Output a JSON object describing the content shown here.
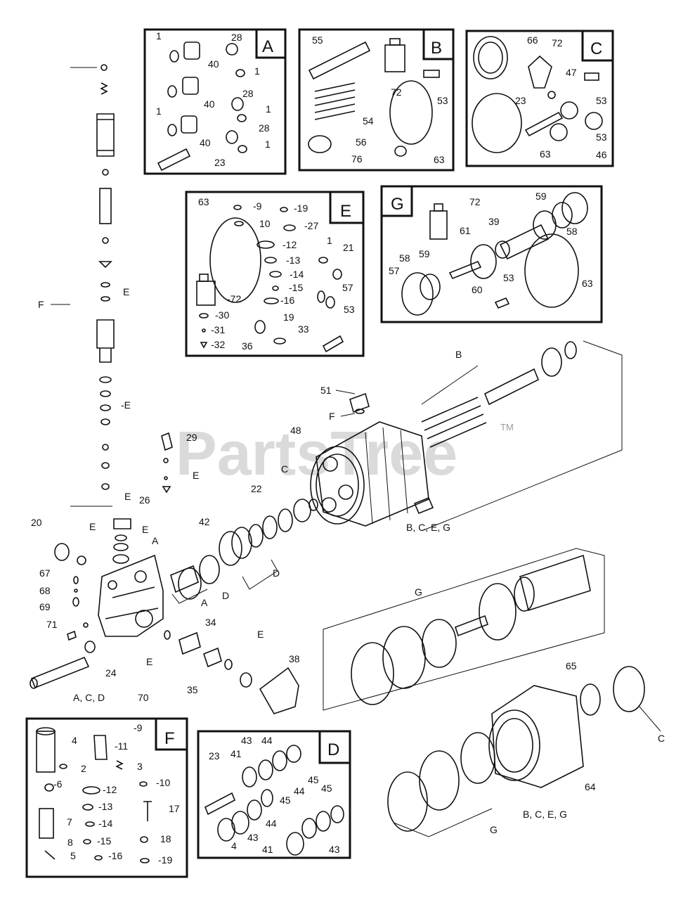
{
  "watermark": {
    "brand": "PartsTree",
    "mark": "TM"
  },
  "boxes": {
    "A": {
      "letter": "A",
      "labels": [
        "1",
        "40",
        "28",
        "1",
        "40",
        "28",
        "1",
        "1",
        "40",
        "28",
        "1",
        "23"
      ]
    },
    "B": {
      "letter": "B",
      "labels": [
        "55",
        "72",
        "53",
        "54",
        "56",
        "76",
        "63"
      ]
    },
    "C": {
      "letter": "C",
      "labels": [
        "66",
        "72",
        "47",
        "53",
        "23",
        "53",
        "46",
        "63"
      ]
    },
    "E": {
      "letter": "E",
      "labels": [
        "63",
        "-9",
        "-19",
        "10",
        "-27",
        "-12",
        "1",
        "-13",
        "21",
        "-14",
        "-15",
        "-72",
        "-16",
        "57",
        "-30",
        "-31",
        "-32",
        "33",
        "53",
        "36",
        "19"
      ]
    },
    "G": {
      "letter": "G",
      "labels": [
        "72",
        "59",
        "39",
        "61",
        "59",
        "58",
        "58",
        "57",
        "60",
        "53",
        "63"
      ]
    },
    "F": {
      "letter": "F",
      "labels": [
        "4",
        "-9",
        "-11",
        "2",
        "3",
        "-6",
        "-12",
        "-10",
        "-13",
        "17",
        "-14",
        "7",
        "8",
        "-15",
        "18",
        "5",
        "-16",
        "-19"
      ]
    },
    "D": {
      "letter": "D",
      "labels": [
        "43",
        "44",
        "23",
        "41",
        "45",
        "45",
        "44",
        "4",
        "43",
        "44",
        "45",
        "41",
        "43"
      ]
    }
  },
  "main_labels": {
    "left_stack": [
      "F",
      "E",
      "-E",
      "E"
    ],
    "head": [
      "26",
      "E",
      "A",
      "20",
      "E",
      "67",
      "68",
      "69",
      "71",
      "24",
      "A, C, D",
      "70",
      "E",
      "34",
      "35",
      "38",
      "E",
      "29",
      "E",
      "22",
      "42",
      "C",
      "A",
      "D",
      "D"
    ],
    "pump": [
      "B",
      "51",
      "F",
      "48",
      "B, C, E, G"
    ],
    "piston": [
      "G"
    ],
    "crankcase": [
      "65",
      "C",
      "64",
      "B, C, E, G",
      "G"
    ]
  }
}
